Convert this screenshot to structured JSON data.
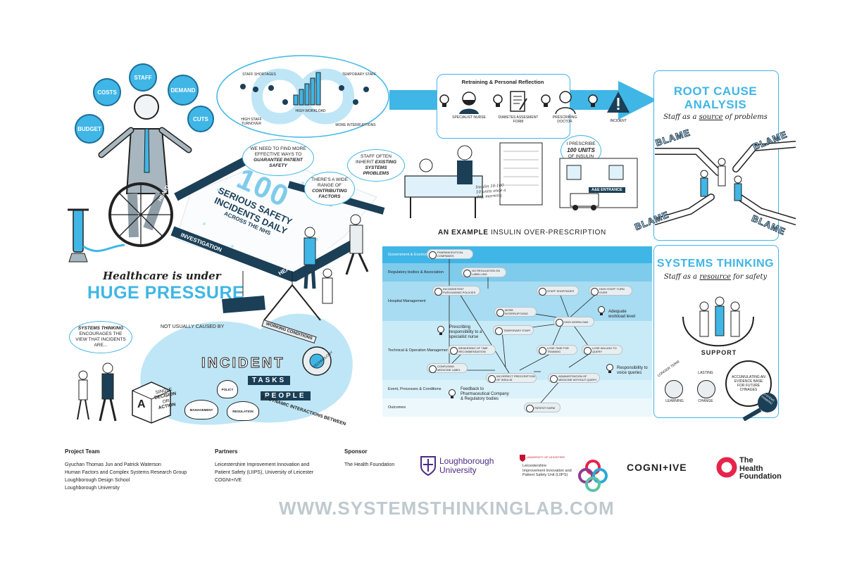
{
  "pressure": {
    "bubbles": [
      "STAFF",
      "COSTS",
      "DEMAND",
      "BUDGET",
      "CUTS"
    ],
    "title_line1": "Healthcare is under",
    "title_line2": "HUGE PRESSURE",
    "tape_words": [
      "INCIDENT",
      "HEALTH",
      "INVESTIGATION",
      "HEALTH",
      "INCIDENT",
      "HEAL"
    ],
    "incidents_number": "100",
    "incidents_line1": "SERIOUS SAFETY",
    "incidents_line2": "INCIDENTS DAILY",
    "incidents_line3": "ACROSS THE NHS"
  },
  "pressures_cycle": {
    "labels": [
      "STAFF SHORTAGES",
      "HIGH STAFF TURNOVER",
      "HIGH WORKLOAD",
      "TEMPORARY STAFF",
      "MORE INTERRUPTIONS"
    ]
  },
  "speech": {
    "s1_pre": "WE NEED TO FIND MORE EFFECTIVE WAYS TO",
    "s1_em": "GUARANTEE PATIENT SAFETY",
    "s2_pre": "STAFF OFTEN INHERIT",
    "s2_em": "EXISTING SYSTEMS PROBLEMS",
    "s3_pre": "THERE'S A WIDE RANGE OF",
    "s3_em": "CONTRIBUTING FACTORS",
    "s4_pre": "SYSTEMS THINKING",
    "s4_post": "ENCOURAGES THE VIEW THAT INCIDENTS ARE...",
    "s5_pre": "I PRESCRIBE",
    "s5_em": "100 UNITS",
    "s5_post": "OF INSULIN"
  },
  "incident_scene": {
    "not_caused": "NOT USUALLY CAUSED BY",
    "single_decision": [
      "SINGLE",
      "DECISION",
      "OR",
      "ACTION"
    ],
    "block_letter": "A",
    "word_incident": "INCIDENT",
    "word_tasks": "TASKS",
    "word_people": "PEOPLE",
    "by_dynamic": "BY DYNAMIC INTERACTIONS BETWEEN",
    "working_conditions": "WORKING CONDITIONS",
    "sacks": [
      "MANAGEMENT",
      "POLICY",
      "REGULATION"
    ],
    "technology": "TECHNOLOGY"
  },
  "timeline": {
    "reflection_title": "Retraining & Personal Reflection",
    "items": [
      "SPECIALIST NURSE",
      "DIABETES ASSESMENT FORM",
      "PRESCRIBING DOCTOR",
      "INCIDENT"
    ],
    "note": "Insulin 10-100 10 units once a day, morning",
    "example_bold": "AN EXAMPLE",
    "example_rest": " INSULIN OVER-PRESCRIPTION",
    "ae_sign": "A&E ENTRANCE"
  },
  "rca": {
    "title_line1": "ROOT CAUSE",
    "title_line2": "ANALYSIS",
    "subtitle_pre": "Staff as a ",
    "subtitle_em": "source",
    "subtitle_post": " of problems",
    "blame": [
      "BLAME",
      "BLAME",
      "BLAME",
      "BLAME"
    ]
  },
  "st": {
    "title": "SYSTEMS THINKING",
    "subtitle_pre": "Staff as a ",
    "subtitle_em": "resource",
    "subtitle_post": " for safety",
    "support": "SUPPORT",
    "labels": [
      "LONGER TERM",
      "LEARNING",
      "LASTING",
      "CHANGE"
    ],
    "circle_text": "ACCUMULATING AN EVIDENCE BASE FOR FUTURE CHNAGES",
    "lens_text": "SYSTEMS THINKING"
  },
  "flow": {
    "rows": [
      "Government & Environment",
      "Regulatory bodies & Association",
      "Hospital Management",
      "Technical & Operation Management",
      "Event, Processes & Conditions",
      "Outcomes"
    ],
    "pills": [
      "PHARMACEUTICAL COMPANIES",
      "NO REGULATION ON LABELLING",
      "INCONSISTENT PURCHASING POLICIES",
      "STAFF SHORTAGES",
      "HIGH STAFF TURN OVER",
      "MORE INTERRUPTIONS",
      "HIGH WORKLOAD",
      "TEMPORARY STAFF",
      "WEAKENING OF TIME RECOMMENDATION",
      "LOSE TIME FOR TRAINING",
      "LOSE WILLING TO QUERY",
      "CONFUSING MEDICINE LABEL",
      "INCORRECT PRESCRIPTION OF INSULIN",
      "ADMINISTRATION OF MEDICINE WITHOUT QUERY",
      "PATIENT HARM"
    ],
    "notes": [
      "Adequate workload level",
      "Prescribing responsibility to a specialist nurse",
      "Responsibility to voice queries",
      "Feedback to Pharmaceutical Company & Regulatory bodies"
    ]
  },
  "footer": {
    "team_h": "Project Team",
    "team": [
      "Gyuchan Thomas Jun and Patrick Waterson",
      "Human Factors and Complex Systems Research Group",
      "Loughborough Design School",
      "Loughborough University"
    ],
    "partners_h": "Partners",
    "partners": [
      "Leicestershire Improvement Innovation and",
      "Patient Safety (LIIPS), University of Leicester",
      "COGNI+IVE"
    ],
    "sponsor_h": "Sponsor",
    "sponsor": "The Health Foundation",
    "logo_lboro_1": "Loughborough",
    "logo_lboro_2": "University",
    "logo_leic_top": "UNIVERSITY OF LEICESTER",
    "logo_leic_1": "Leicestershire",
    "logo_leic_2": "Improvement Innovation and",
    "logo_leic_3": "Patient Safety Unit (LIIPS)",
    "logo_cog": "COGNI+IVE",
    "logo_hf_1": "The",
    "logo_hf_2": "Health",
    "logo_hf_3": "Foundation",
    "url": "WWW.SYSTEMSTHINKINGLAB.COM"
  },
  "colors": {
    "accent": "#3fb6e6",
    "dark": "#1b3f56",
    "lboro": "#4b2a84",
    "hf": "#e6244b",
    "grey": "#bfc9cf"
  }
}
